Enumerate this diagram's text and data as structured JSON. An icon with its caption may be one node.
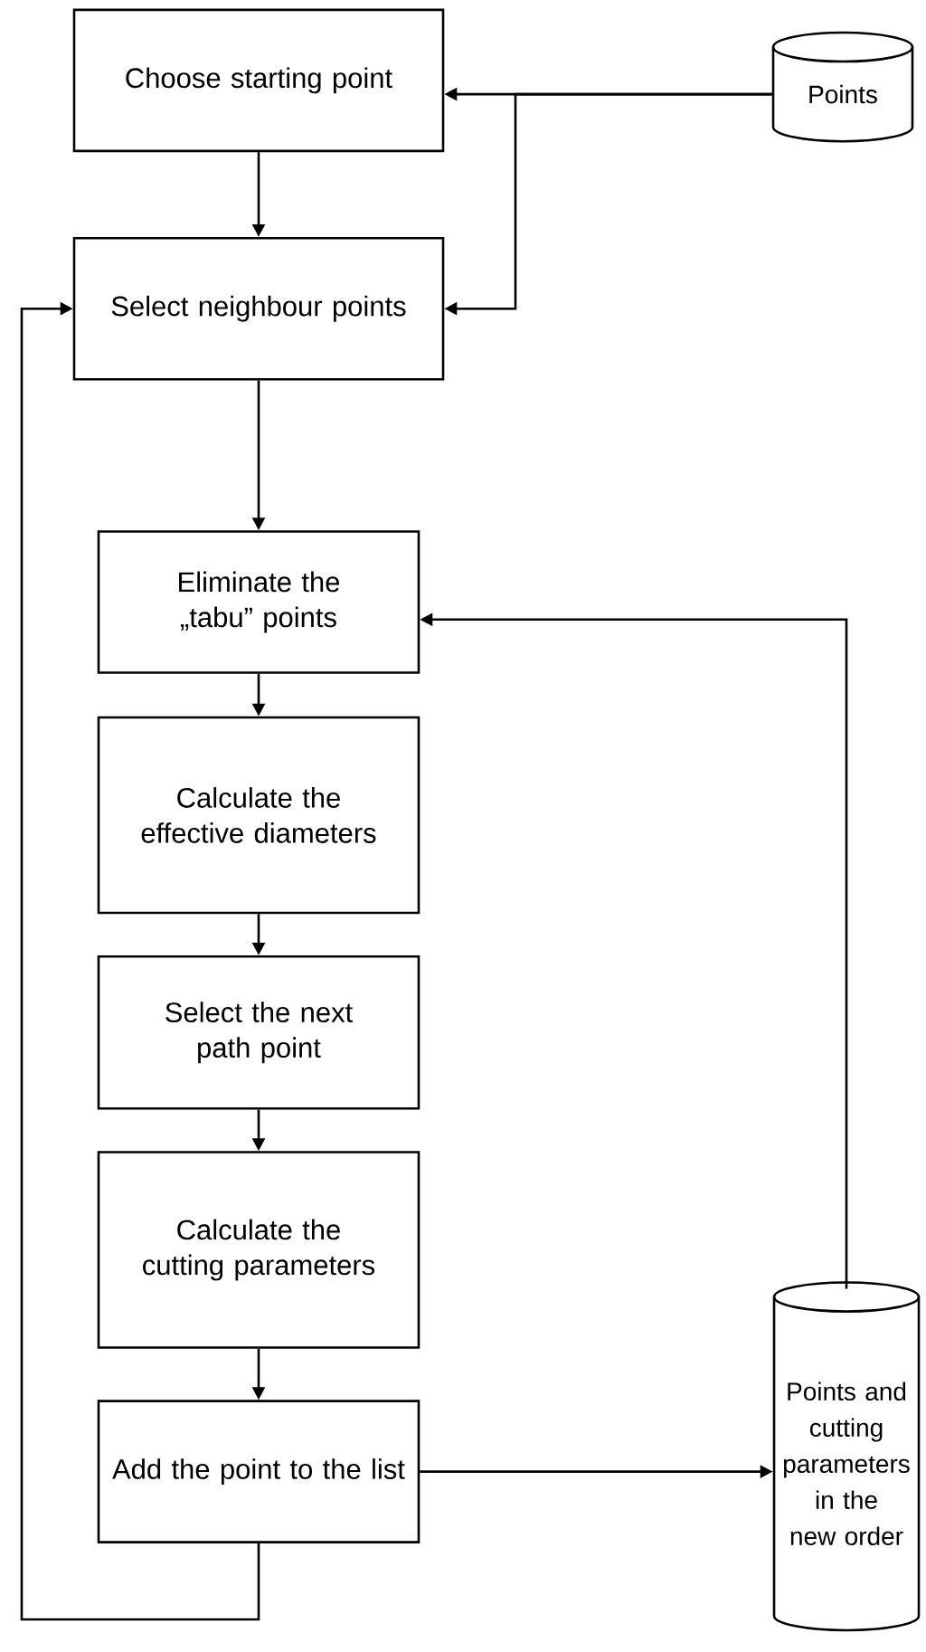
{
  "diagram": {
    "nodes": [
      {
        "text": [
          "Choose starting point"
        ]
      },
      {
        "text": [
          "Points"
        ]
      },
      {
        "text": [
          "Select neighbour points"
        ]
      },
      {
        "text": [
          "Eliminate the „tabu” points"
        ]
      },
      {
        "text": [
          "Calculate the effective diameters"
        ]
      },
      {
        "text": [
          "Select the next path point"
        ]
      },
      {
        "text": [
          "Calculate the cutting parameters"
        ]
      },
      {
        "text": [
          "Add the point to the list"
        ]
      },
      {
        "text": [
          "Points and cutting parameters in the new order"
        ]
      }
    ],
    "edges": [
      {
        "from": 1,
        "to": 0,
        "arrow": "to"
      },
      {
        "from": 1,
        "to": 2,
        "arrow": "to"
      },
      {
        "from": 0,
        "to": 2,
        "arrow": "to"
      },
      {
        "from": 2,
        "to": 3,
        "arrow": "to"
      },
      {
        "from": 3,
        "to": 4,
        "arrow": "to"
      },
      {
        "from": 4,
        "to": 5,
        "arrow": "to"
      },
      {
        "from": 5,
        "to": 6,
        "arrow": "to"
      },
      {
        "from": 6,
        "to": 7,
        "arrow": "to"
      },
      {
        "from": 7,
        "to": 8,
        "arrow": "to"
      },
      {
        "from": 8,
        "to": 3,
        "arrow": "to"
      },
      {
        "from": 7,
        "to": 2,
        "arrow": "to"
      }
    ]
  }
}
